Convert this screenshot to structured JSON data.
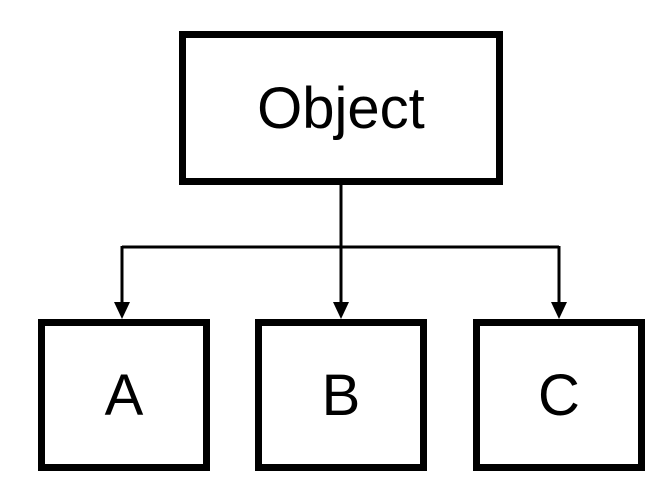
{
  "diagram": {
    "root": {
      "label": "Object"
    },
    "children": [
      {
        "label": "A"
      },
      {
        "label": "B"
      },
      {
        "label": "C"
      }
    ],
    "colors": {
      "stroke": "#000000",
      "background": "#ffffff",
      "text": "#000000"
    }
  }
}
